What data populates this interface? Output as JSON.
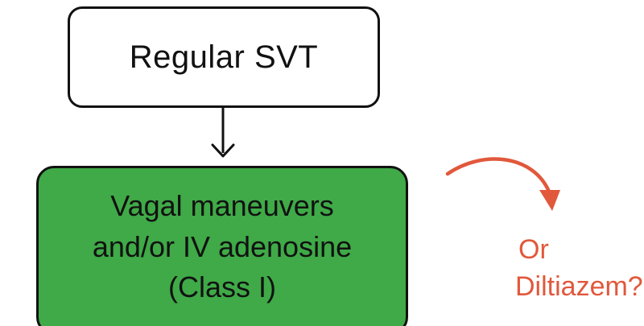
{
  "flowchart": {
    "start_node": {
      "label": "Regular SVT"
    },
    "treatment_node": {
      "lines": [
        "Vagal maneuvers",
        "and/or IV adenosine",
        "(Class I)"
      ],
      "fill_color": "#3faa47"
    },
    "alternative_note": {
      "lines": [
        "Or",
        "Diltiazem?"
      ],
      "color": "#e1583b"
    }
  }
}
